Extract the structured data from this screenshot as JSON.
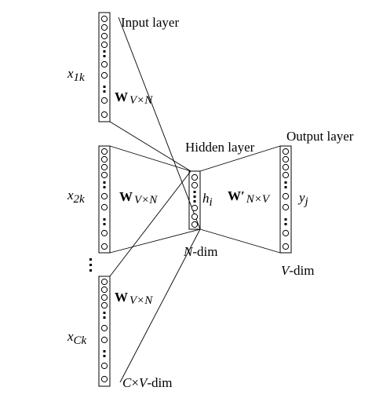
{
  "labels": {
    "input_layer": "Input layer",
    "hidden_layer": "Hidden layer",
    "output_layer": "Output layer",
    "x1k": {
      "base": "x",
      "sub": "1k"
    },
    "x2k": {
      "base": "x",
      "sub": "2k"
    },
    "xck": {
      "base": "x",
      "sub": "Ck"
    },
    "w_input": {
      "base": "W",
      "sub": "V×N"
    },
    "w_output": {
      "base": "W′",
      "sub": "N×V"
    },
    "hidden_unit": {
      "base": "h",
      "sub": "i"
    },
    "output_unit": {
      "base": "y",
      "sub": "j"
    },
    "n_dim": {
      "italic": "N",
      "rest": "-dim"
    },
    "v_dim": {
      "italic": "V",
      "rest": "-dim"
    },
    "cv_dim": {
      "a": "C",
      "mid": "×",
      "b": "V",
      "rest": "-dim"
    }
  }
}
